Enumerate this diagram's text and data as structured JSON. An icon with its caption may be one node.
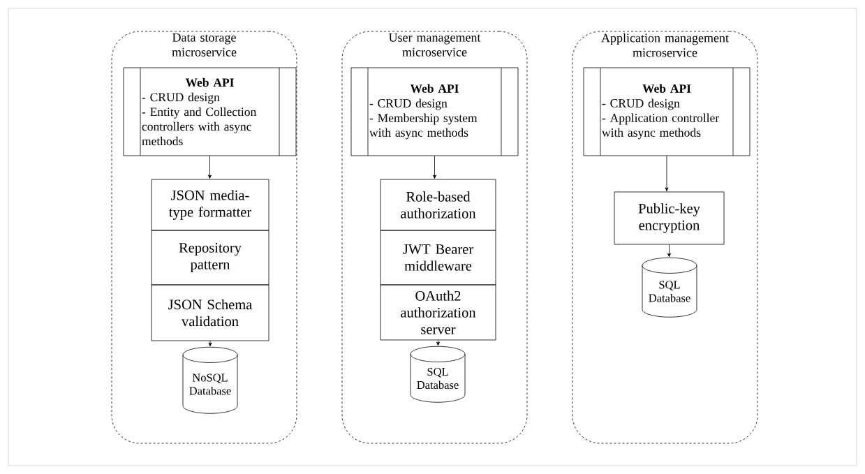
{
  "diagram": {
    "nodes": [
      {
        "text": [
          "Data storage microservice"
        ]
      },
      {
        "text": [
          "Web API",
          "- CRUD design",
          "- Entity and Collection controllers with async methods"
        ],
        "in": 0
      },
      {
        "text": [
          "JSON media-type formatter"
        ],
        "in": 0
      },
      {
        "text": [
          "Repository pattern"
        ],
        "in": 0
      },
      {
        "text": [
          "JSON Schema validation"
        ],
        "in": 0
      },
      {
        "text": [
          "NoSQL Database"
        ],
        "in": 0
      },
      {
        "text": [
          "User management microservice"
        ]
      },
      {
        "text": [
          "Web API",
          "- CRUD design",
          "- Membership system with async methods"
        ],
        "in": 6
      },
      {
        "text": [
          "Role-based authorization"
        ],
        "in": 6
      },
      {
        "text": [
          "JWT Bearer middleware"
        ],
        "in": 6
      },
      {
        "text": [
          "OAuth2 authorization server"
        ],
        "in": 6
      },
      {
        "text": [
          "SQL Database"
        ],
        "in": 6
      },
      {
        "text": [
          "Application management microservice"
        ]
      },
      {
        "text": [
          "Web API",
          "- CRUD design",
          "- Application controller with async methods"
        ],
        "in": 12
      },
      {
        "text": [
          "Public-key encryption"
        ],
        "in": 12
      },
      {
        "text": [
          "SQL Database"
        ],
        "in": 12
      }
    ],
    "edges": [
      {
        "from": 1,
        "to": 2,
        "arrow": "to"
      },
      {
        "from": 4,
        "to": 5,
        "arrow": "to"
      },
      {
        "from": 7,
        "to": 8,
        "arrow": "to"
      },
      {
        "from": 10,
        "to": 11,
        "arrow": "to"
      },
      {
        "from": 13,
        "to": 14,
        "arrow": "to"
      },
      {
        "from": 14,
        "to": 15,
        "arrow": "to"
      }
    ]
  }
}
